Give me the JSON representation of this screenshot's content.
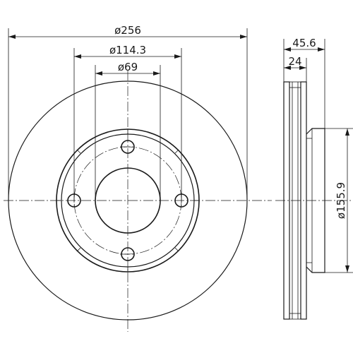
{
  "dimensions": {
    "outer_diameter": "ø256",
    "bolt_circle": "ø114.3",
    "center_bore": "ø69",
    "total_thickness": "45.6",
    "disc_thickness": "24",
    "hat_diameter": "ø155.9"
  },
  "colors": {
    "ink": "#1a1a1a",
    "background": "#ffffff"
  }
}
